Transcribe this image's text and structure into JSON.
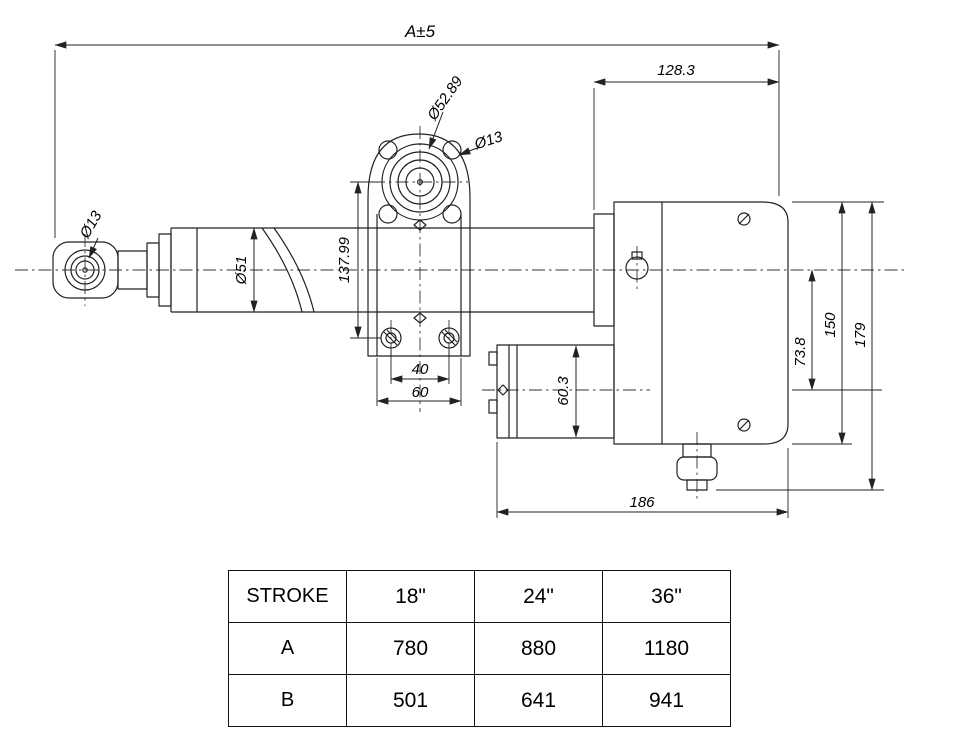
{
  "drawing": {
    "dims": {
      "overall_length": "A±5",
      "housing_width": "128.3",
      "boss_diameter": "Ø52.89",
      "hole_top": "Ø13",
      "hole_eye": "Ø13",
      "tube_diameter": "Ø51",
      "bracket_height": "137.99",
      "bolt_spacing": "40",
      "bracket_width": "60",
      "motor_diameter": "60.3",
      "axis_offset": "73.8",
      "housing_height": "150",
      "overall_height": "179",
      "base_length": "186"
    }
  },
  "table": {
    "headers": [
      "STROKE",
      "18\"",
      "24\"",
      "36\""
    ],
    "rows": [
      {
        "label": "A",
        "values": [
          "780",
          "880",
          "1180"
        ]
      },
      {
        "label": "B",
        "values": [
          "501",
          "641",
          "941"
        ]
      }
    ]
  }
}
